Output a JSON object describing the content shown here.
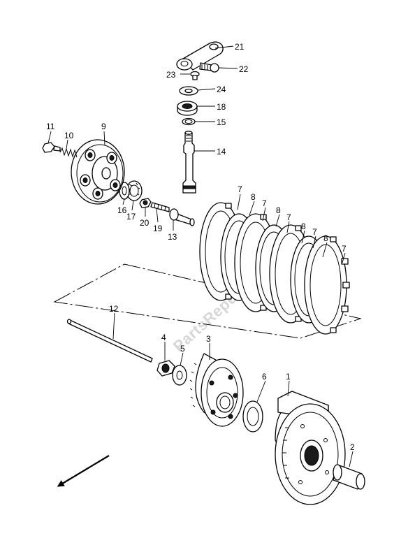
{
  "watermark": "PartsRepublik",
  "parts": [
    {
      "id": "clutch-housing",
      "callout": "1"
    },
    {
      "id": "spacer",
      "callout": "2"
    },
    {
      "id": "clutch-sleeve-hub",
      "callout": "3"
    },
    {
      "id": "nut",
      "callout": "4"
    },
    {
      "id": "lock-washer",
      "callout": "5"
    },
    {
      "id": "thrust-washer",
      "callout": "6"
    },
    {
      "id": "drive-plate",
      "callout": "7"
    },
    {
      "id": "driven-plate",
      "callout": "8"
    },
    {
      "id": "pressure-plate",
      "callout": "9"
    },
    {
      "id": "clutch-spring",
      "callout": "10"
    },
    {
      "id": "spring-bolt",
      "callout": "11"
    },
    {
      "id": "push-rod-long",
      "callout": "12"
    },
    {
      "id": "push-piece",
      "callout": "13"
    },
    {
      "id": "release-shaft",
      "callout": "14"
    },
    {
      "id": "o-ring",
      "callout": "15"
    },
    {
      "id": "thrust-washer-small",
      "callout": "16"
    },
    {
      "id": "needle-bearing",
      "callout": "17"
    },
    {
      "id": "oil-seal",
      "callout": "18"
    },
    {
      "id": "adjust-screw",
      "callout": "19"
    },
    {
      "id": "lock-nut",
      "callout": "20"
    },
    {
      "id": "release-arm",
      "callout": "21"
    },
    {
      "id": "arm-bolt",
      "callout": "22"
    },
    {
      "id": "screw",
      "callout": "23"
    },
    {
      "id": "washer",
      "callout": "24"
    }
  ]
}
